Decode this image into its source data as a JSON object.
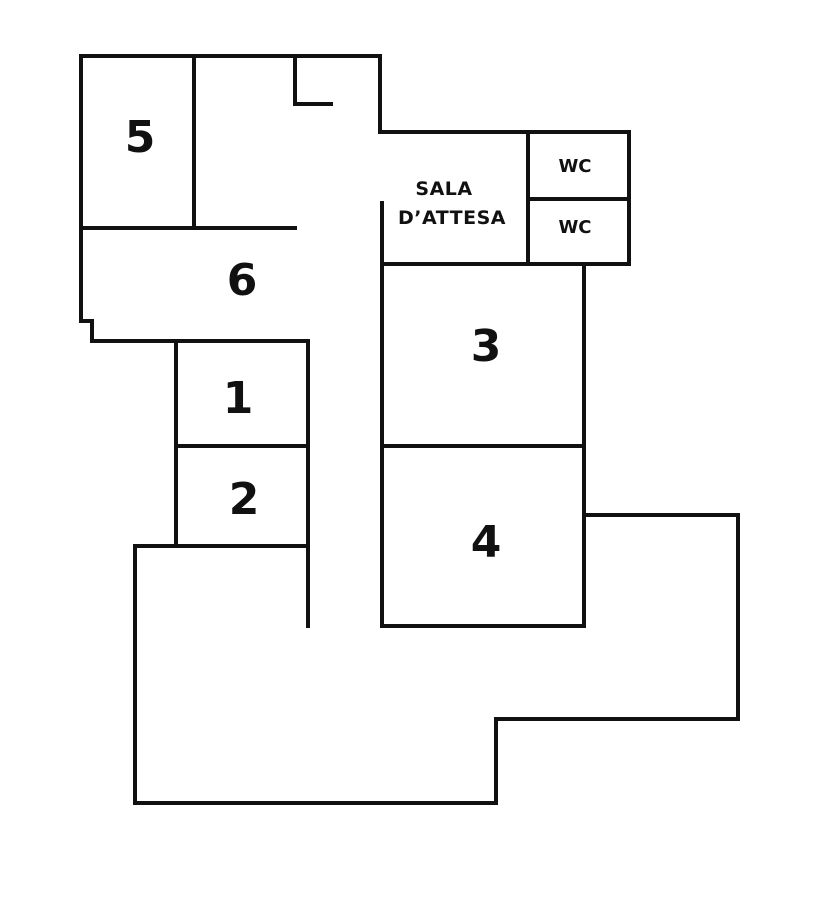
{
  "rooms": {
    "r1": "1",
    "r2": "2",
    "r3": "3",
    "r4": "4",
    "r5": "5",
    "r6": "6"
  },
  "waiting_room": {
    "line1": "SALA",
    "line2": "D’ATTESA"
  },
  "restrooms": {
    "wc_upper": "WC",
    "wc_lower": "WC"
  }
}
